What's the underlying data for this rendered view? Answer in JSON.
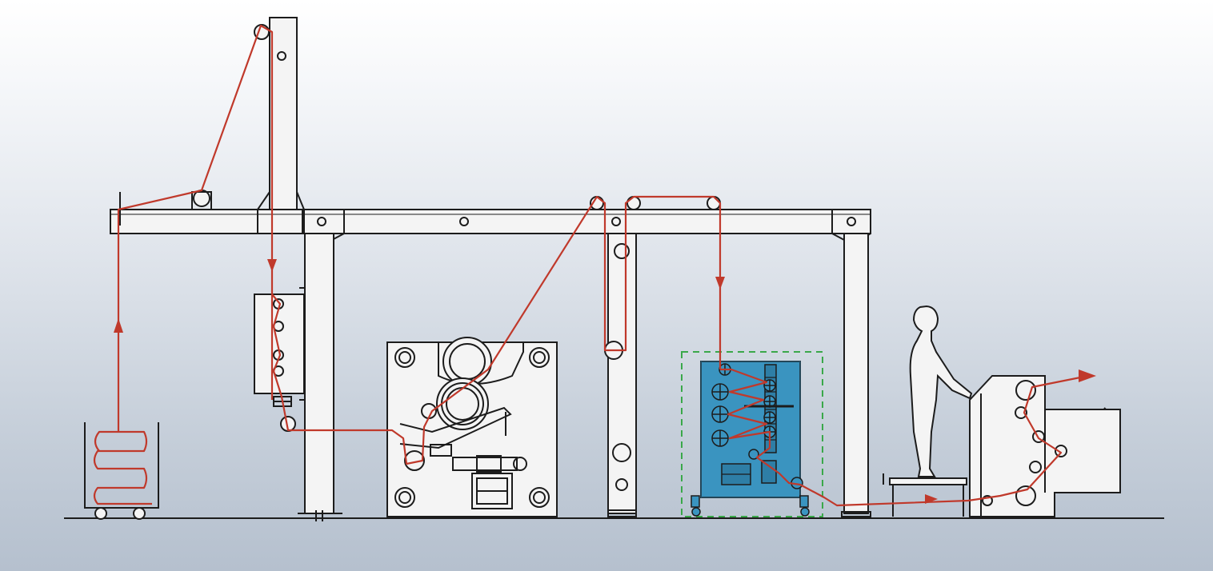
{
  "diagram": {
    "colors": {
      "background_top": "#ffffff",
      "background_bottom": "#b5c0ce",
      "outline": "#1c1c1c",
      "web_path": "#c0392b",
      "highlight_unit_fill": "#3a94c0",
      "highlight_unit_border": "#3aa84a"
    },
    "components": [
      "feed-bin",
      "overhead-frame",
      "tall-guide-tower",
      "dancer-guide-box",
      "calender-unit",
      "vertical-accumulator",
      "highlighted-treatment-unit",
      "operator-figure",
      "winder-unit"
    ]
  }
}
